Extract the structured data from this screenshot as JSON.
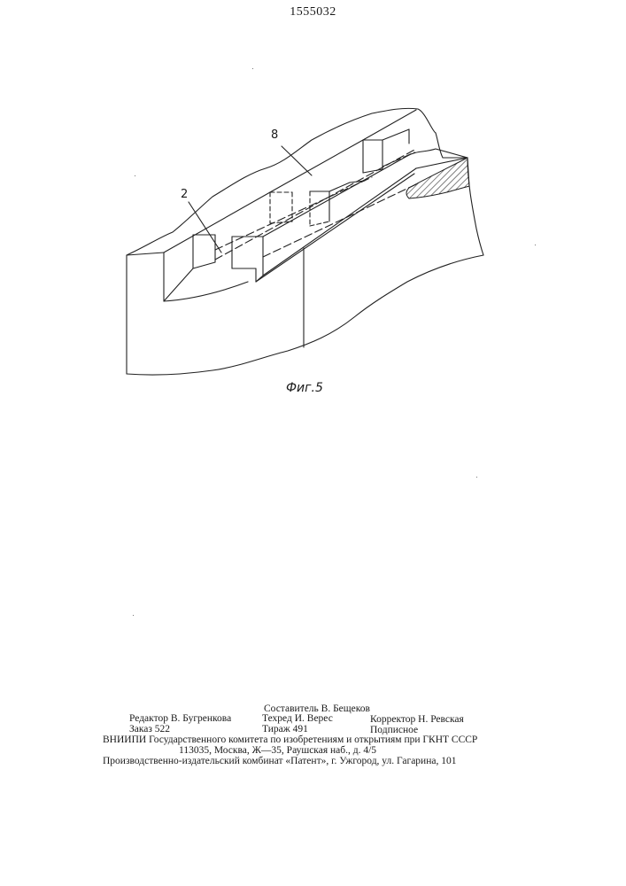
{
  "patent_number": "1555032",
  "figure": {
    "caption": "Фиг.5",
    "ref_8": "8",
    "ref_2": "2"
  },
  "imprint": {
    "compiler": "Составитель В. Бещеков",
    "editor": "Редактор В. Бугренкова",
    "techred": "Техред И. Верес",
    "corrector": "Корректор Н. Ревская",
    "order": "Заказ 522",
    "circulation": "Тираж 491",
    "subscription": "Подписное",
    "vniipi": "ВНИИПИ Государственного комитета по изобретениям и открытиям при ГКНТ СССР",
    "address": "113035,  Москва,  Ж—35,  Раушская  наб.,  д.  4/5",
    "plant": "Производственно-издательский комбинат «Патент», г. Ужгород, ул. Гагарина, 101"
  }
}
